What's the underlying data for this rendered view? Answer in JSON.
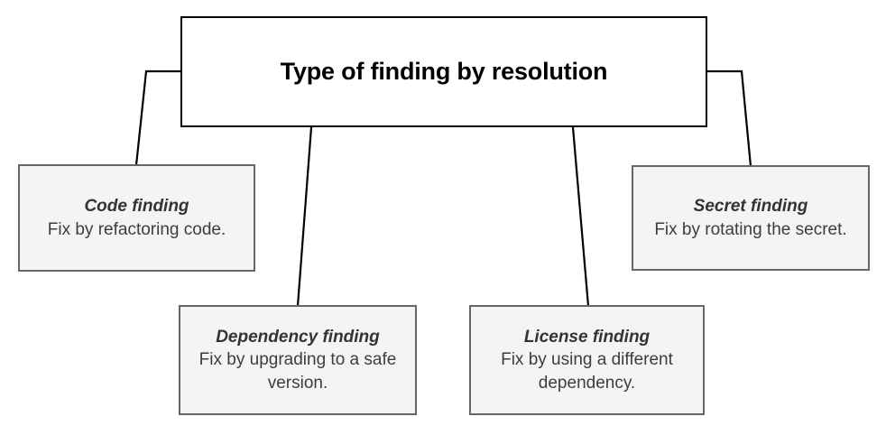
{
  "diagram": {
    "title": "Type of finding by resolution",
    "background_color": "#ffffff",
    "root": {
      "label": "Type of finding by resolution",
      "fill": "#ffffff",
      "border_color": "#000000"
    },
    "nodes": [
      {
        "id": "code",
        "title": "Code finding",
        "description": "Fix by refactoring code.",
        "fill": "#f4f4f4",
        "border_color": "#666666"
      },
      {
        "id": "dependency",
        "title": "Dependency finding",
        "description": "Fix by upgrading to a safe version.",
        "fill": "#f4f4f4",
        "border_color": "#666666"
      },
      {
        "id": "license",
        "title": "License finding",
        "description": "Fix by using a different dependency.",
        "fill": "#f4f4f4",
        "border_color": "#666666"
      },
      {
        "id": "secret",
        "title": "Secret finding",
        "description": "Fix by rotating the secret.",
        "fill": "#f4f4f4",
        "border_color": "#666666"
      }
    ],
    "connector_color": "#000000"
  }
}
